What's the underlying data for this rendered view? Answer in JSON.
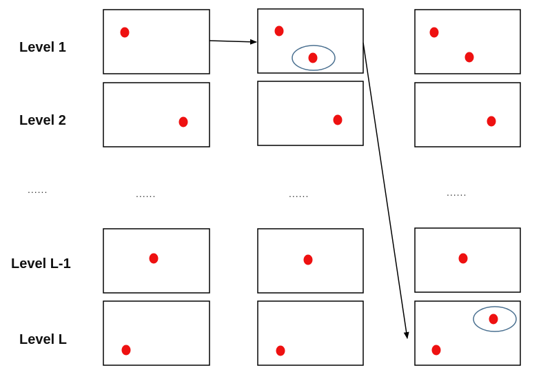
{
  "labels": {
    "level_1": "Level 1",
    "level_2": "Level 2",
    "level_l_minus_1": "Level L-1",
    "level_l": "Level L"
  },
  "ellipsis": {
    "label_column": "......",
    "column_1": "......",
    "column_2": "......",
    "column_3": "......"
  },
  "colors": {
    "marker": "#ee1111",
    "highlight": "#4a7090",
    "panel_border": "#000000",
    "connector": "#000000"
  }
}
